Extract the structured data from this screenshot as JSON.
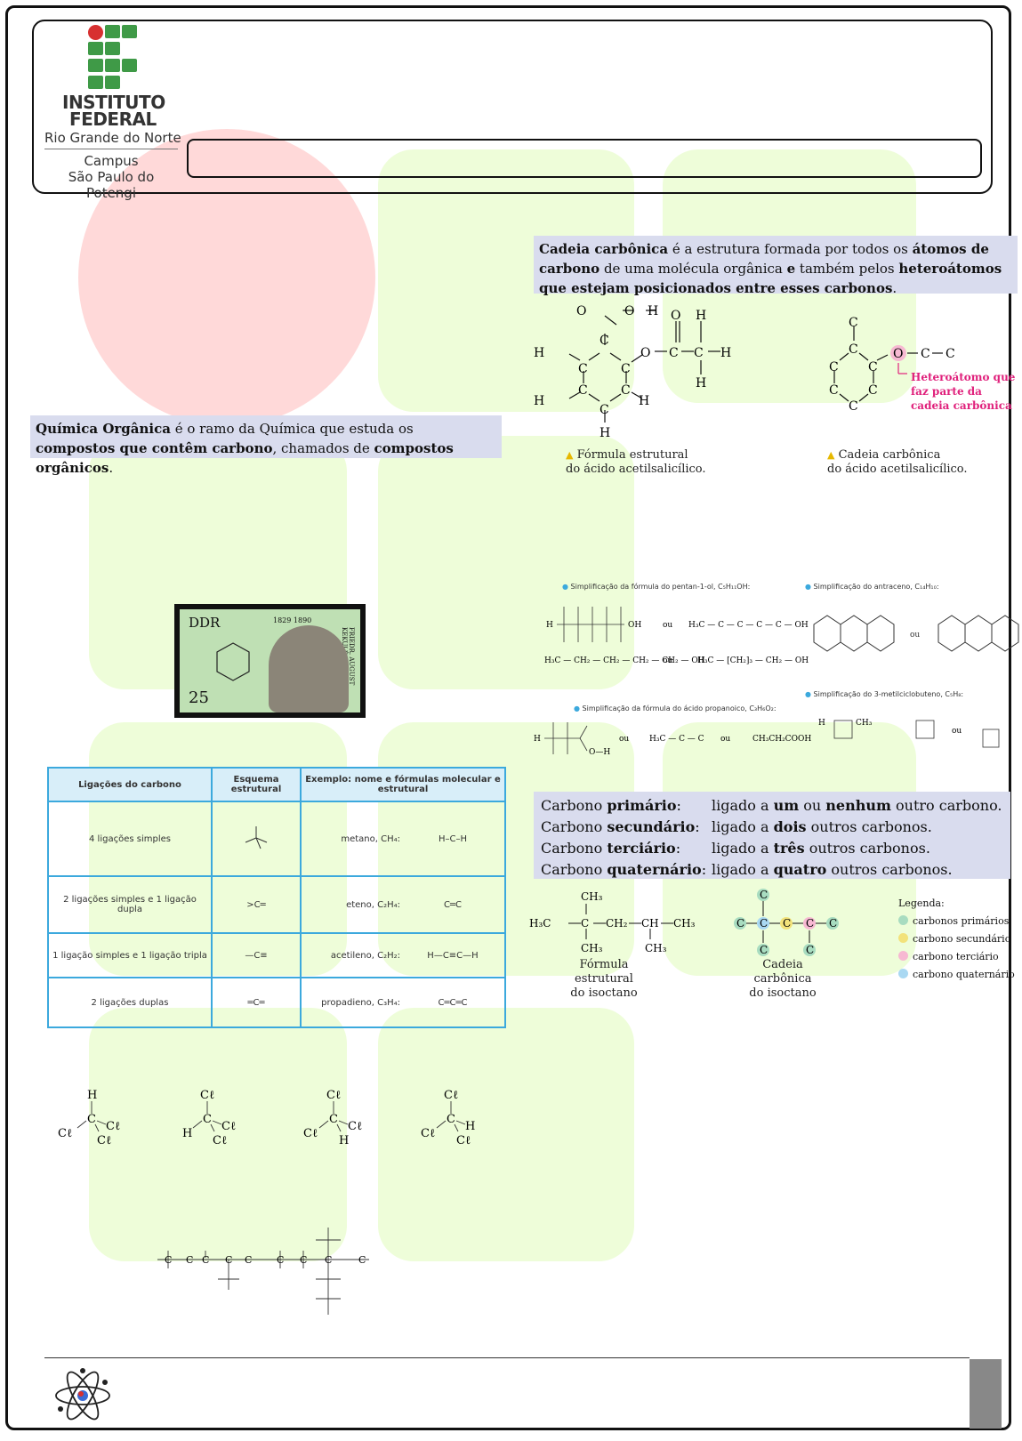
{
  "header": {
    "institution_line1": "INSTITUTO",
    "institution_line2": "FEDERAL",
    "state": "Rio Grande do Norte",
    "campus_label": "Campus",
    "campus_name": "São Paulo do Potengi"
  },
  "definition_organica": {
    "term": "Química Orgânica",
    "text1": " é o ramo da Química que estuda os ",
    "bold1": "compostos que contêm carbono",
    "text2": ", chamados de ",
    "bold2": "compostos orgânicos",
    "text3": "."
  },
  "definition_cadeia": {
    "term": "Cadeia carbônica",
    "text1": " é a estrutura formada por todos os ",
    "bold1": "átomos de carbono",
    "text2": " de uma molécula orgânica ",
    "bold2": "e",
    "text3": " também pelos ",
    "bold3": "heteroátomos que estejam posicionados entre esses carbonos",
    "text4": "."
  },
  "acetil": {
    "caption1_l1": "Fórmula estrutural",
    "caption1_l2": "do ácido acetilsalicílico.",
    "caption2_l1": "Cadeia carbônica",
    "caption2_l2": "do ácido acetilsalicílico.",
    "hetero_l1": "Heteroátomo que",
    "hetero_l2": "faz parte da",
    "hetero_l3": "cadeia carbônica"
  },
  "simplificacoes": {
    "pentan": "Simplificação da fórmula do pentan-1-ol, C₅H₁₁OH:",
    "antraceno": "Simplificação do antraceno, C₁₄H₁₀:",
    "propanoico": "Simplificação da fórmula do ácido propanoico, C₃H₆O₂:",
    "metilciclobuteno": "Simplificação do 3-metilciclobuteno, C₅H₈:",
    "ou": "ou",
    "pentan_line": "H₃C — CH₂ — CH₂ — CH₂ — CH₂ — OH",
    "pentan_short": "H₃C — [CH₂]₃ — CH₂ — OH",
    "propanoico_cond": "CH₃CH₂COOH"
  },
  "stamp": {
    "country": "DDR",
    "value": "25",
    "years": "1829   1890",
    "name": "FRIEDR. AUGUST KEKULÉ"
  },
  "table": {
    "headers": [
      "Ligações do carbono",
      "Esquema estrutural",
      "Exemplo: nome e fórmulas molecular e estrutural"
    ],
    "rows": [
      {
        "ligacoes": "4 ligações simples",
        "exemplo": "metano, CH₄:"
      },
      {
        "ligacoes": "2 ligações simples e 1 ligação dupla",
        "exemplo": "eteno, C₂H₄:"
      },
      {
        "ligacoes": "1 ligação simples e 1 ligação tripla",
        "exemplo": "acetileno, C₂H₂:"
      },
      {
        "ligacoes": "2 ligações duplas",
        "exemplo": "propadieno, C₃H₄:"
      }
    ]
  },
  "carbonos": [
    {
      "pre": "Carbono ",
      "bold": "primário",
      "desc_pre": "ligado a ",
      "desc_bold": "um",
      "desc_mid": " ou ",
      "desc_bold2": "nenhum",
      "desc_post": " outro carbono."
    },
    {
      "pre": "Carbono ",
      "bold": "secundário",
      "desc_pre": "ligado a ",
      "desc_bold": "dois",
      "desc_mid": "",
      "desc_bold2": "",
      "desc_post": " outros carbonos."
    },
    {
      "pre": "Carbono ",
      "bold": "terciário",
      "desc_pre": "ligado a ",
      "desc_bold": "três",
      "desc_mid": "",
      "desc_bold2": "",
      "desc_post": " outros carbonos."
    },
    {
      "pre": "Carbono ",
      "bold": "quaternário",
      "desc_pre": "ligado a ",
      "desc_bold": "quatro",
      "desc_mid": "",
      "desc_bold2": "",
      "desc_post": " outros carbonos."
    }
  ],
  "isoctano": {
    "caption1_l1": "Fórmula estrutural",
    "caption1_l2": "do isoctano",
    "caption2_l1": "Cadeia carbônica",
    "caption2_l2": "do isoctano",
    "legend_title": "Legenda:",
    "legend": [
      {
        "label": "carbonos primários",
        "color": "#a8dcc0"
      },
      {
        "label": "carbono secundário",
        "color": "#f2e27a"
      },
      {
        "label": "carbono terciário",
        "color": "#f7b8d2"
      },
      {
        "label": "carbono quaternário",
        "color": "#a9d8f2"
      }
    ]
  }
}
